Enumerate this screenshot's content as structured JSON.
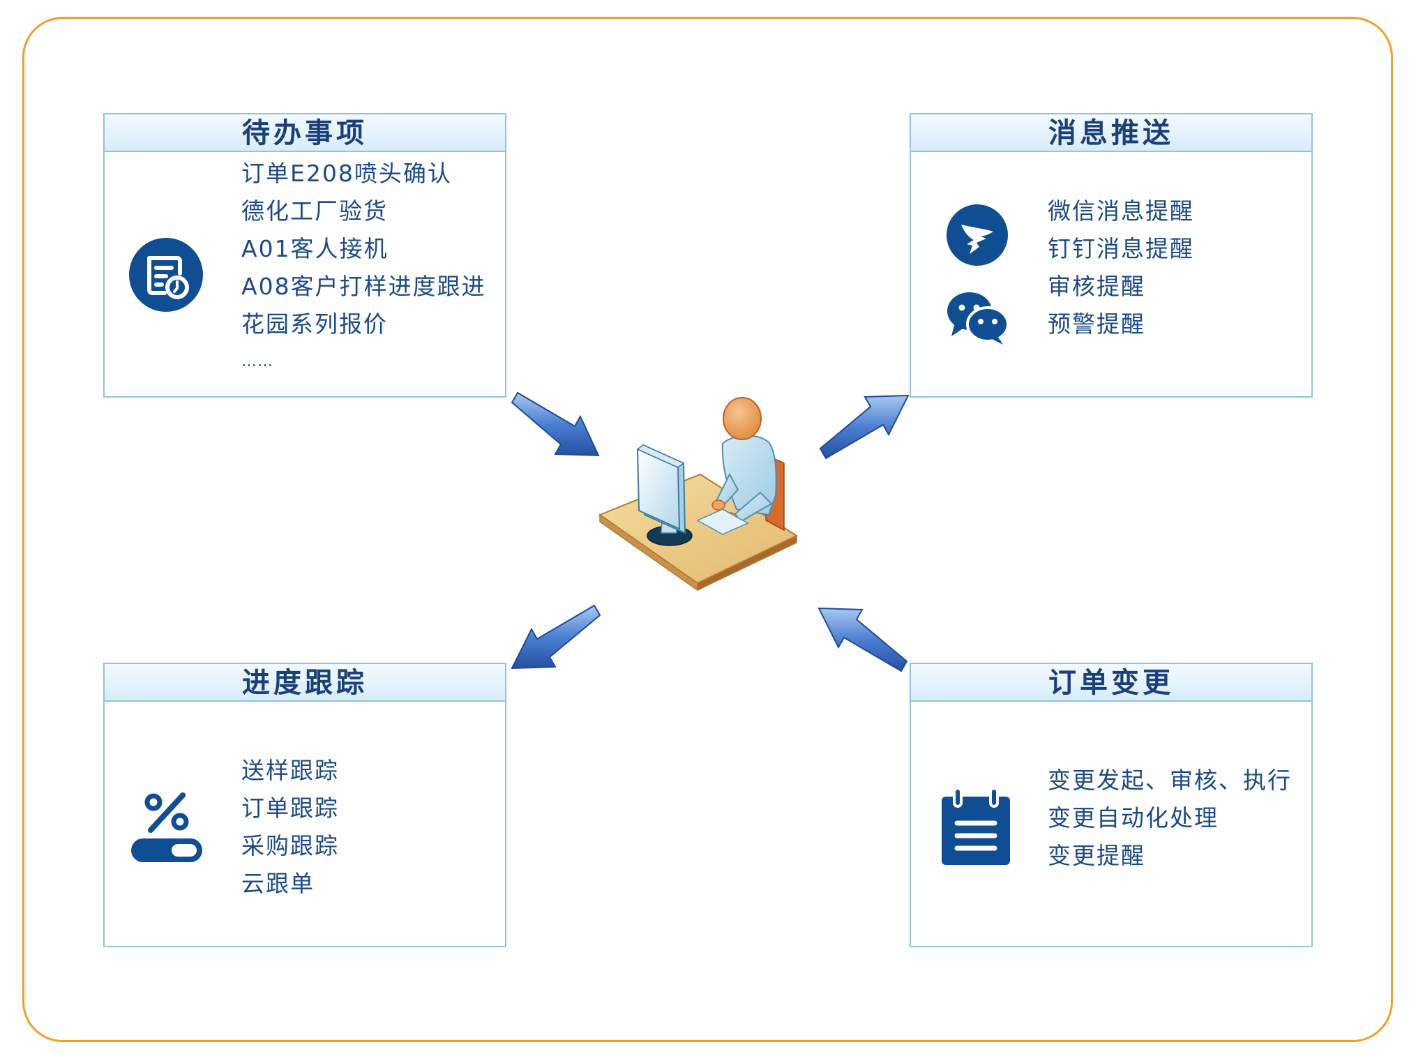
{
  "panels": {
    "todo": {
      "title": "待办事项",
      "icon": "todo-list-clock-icon",
      "items": [
        "订单E208喷头确认",
        "德化工厂验货",
        "A01客人接机",
        "A08客户打样进度跟进",
        "花园系列报价",
        "……"
      ]
    },
    "message": {
      "title": "消息推送",
      "icons": [
        "dingtalk-icon",
        "wechat-icon"
      ],
      "items": [
        "微信消息提醒",
        "钉钉消息提醒",
        "审核提醒",
        "预警提醒"
      ]
    },
    "progress": {
      "title": "进度跟踪",
      "icon": "progress-percent-icon",
      "items": [
        "送样跟踪",
        "订单跟踪",
        "采购跟踪",
        "云跟单"
      ]
    },
    "order_change": {
      "title": "订单变更",
      "icon": "calendar-notes-icon",
      "items": [
        "变更发起、审核、执行",
        "变更自动化处理",
        "变更提醒"
      ]
    }
  },
  "center": {
    "icon": "user-at-computer-icon"
  },
  "colors": {
    "frame": "#f0a028",
    "card_border": "#8ec5e3",
    "header_bg": "#d7ecf8",
    "title_text": "#1b3f78",
    "item_text": "#1b4a86",
    "icon_blue": "#0f4e93",
    "arrow_blue": "#3d6fc4"
  }
}
